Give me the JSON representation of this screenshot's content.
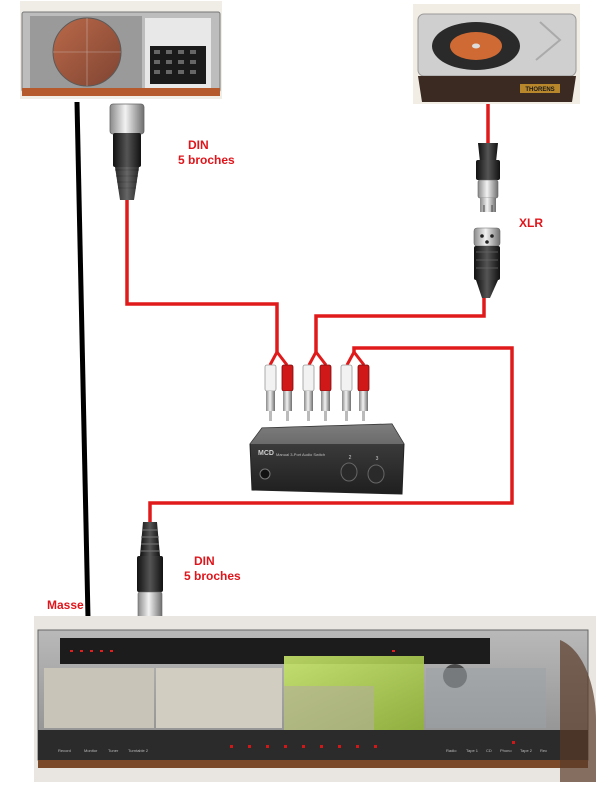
{
  "labels": {
    "din_top_line1": "DIN",
    "din_top_line2": "5 broches",
    "xlr": "XLR",
    "din_bottom_line1": "DIN",
    "din_bottom_line2": "5 broches",
    "masse": "Masse"
  },
  "switch_box": {
    "brand": "MCD",
    "caption": "Manual 3-Port Audio Switch",
    "button_numbers": [
      "2",
      "3"
    ]
  },
  "external_turntable": {
    "brand_badge": "THORENS"
  },
  "receiver": {
    "bottom_left_labels": [
      "Record",
      "Monitor",
      "Tuner",
      "Turntable 2"
    ],
    "source_labels": [
      "Radio",
      "Tape 1",
      "CD",
      "Phono",
      "Tape 2",
      "Rec"
    ]
  },
  "colors": {
    "cable_red": "#e01a1a",
    "ground_black": "#000000",
    "label_red": "#e0151b"
  }
}
